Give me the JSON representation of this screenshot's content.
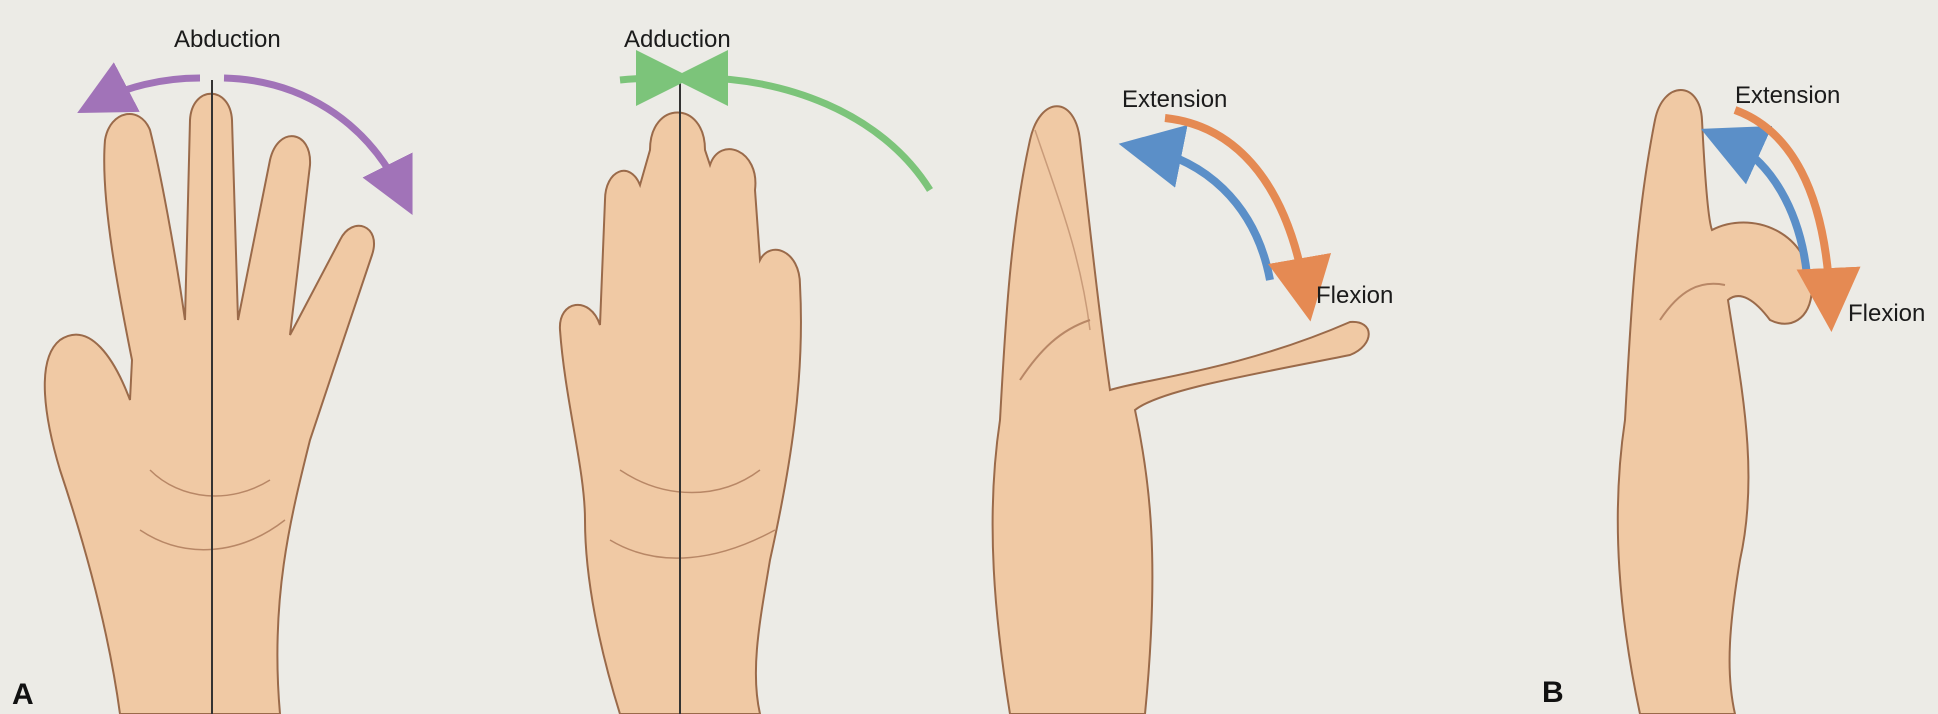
{
  "labels": {
    "abduction": "Abduction",
    "adduction": "Adduction",
    "extension_1": "Extension",
    "flexion_1": "Flexion",
    "extension_2": "Extension",
    "flexion_2": "Flexion"
  },
  "panels": {
    "a": "A",
    "b": "B"
  },
  "colors": {
    "abduction_arrow": "#a173b8",
    "adduction_arrow": "#7cc47a",
    "extension_arrow": "#e58a53",
    "flexion_arrow": "#5b8fc8",
    "skin": "#f0c9a4",
    "skin_outline": "#9a6a4a"
  }
}
